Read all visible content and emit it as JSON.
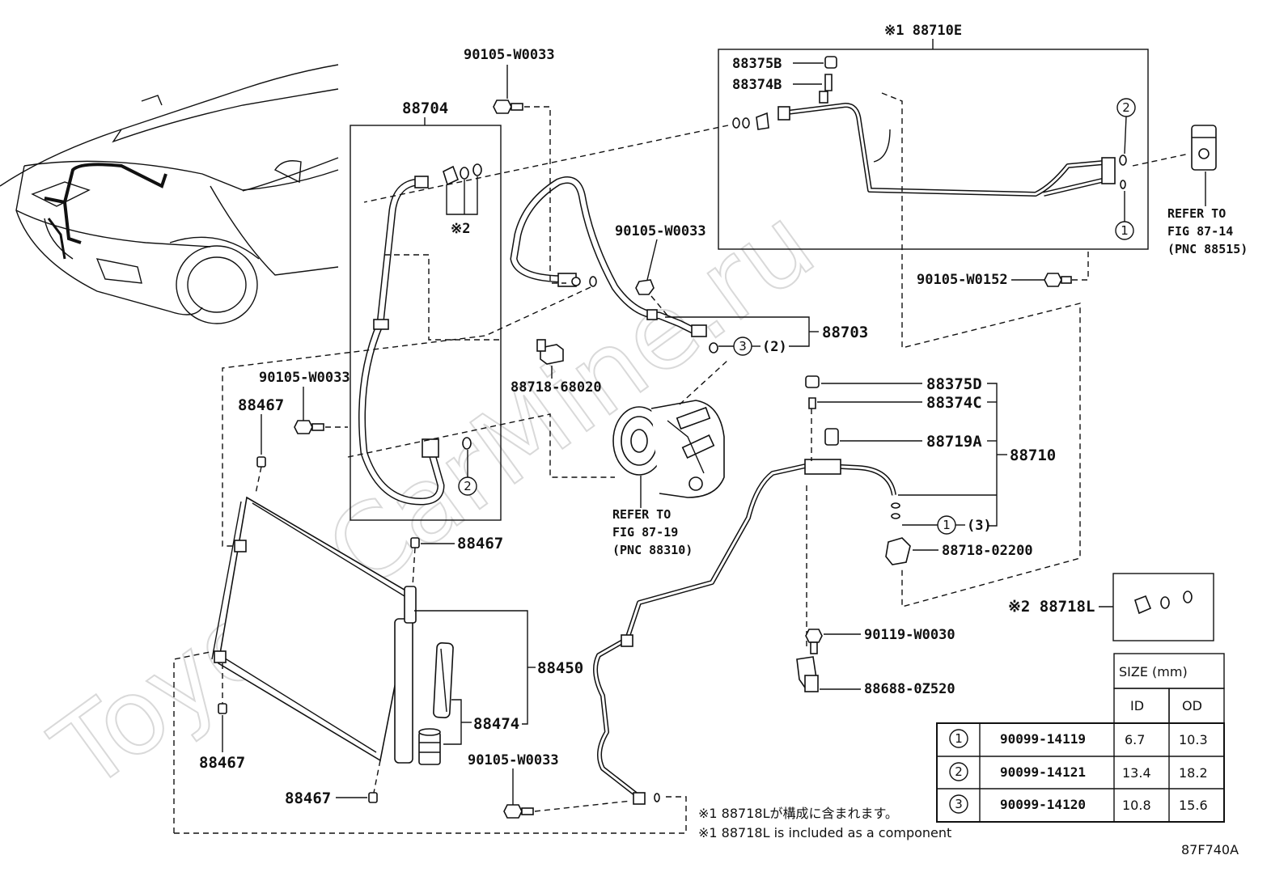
{
  "watermark": "ToyotaCarMine.ru",
  "figure_code": "87F740A",
  "part_labels": {
    "p88704": "88704",
    "p88703": "88703",
    "p88710": "88710",
    "p88710E": "※1 88710E",
    "p88375B": "88375B",
    "p88374B": "88374B",
    "p88375D": "88375D",
    "p88374C": "88374C",
    "p88719A": "88719A",
    "p88718_68020": "88718-68020",
    "p88718_02200": "88718-02200",
    "p88718L": "※2 88718L",
    "p88450": "88450",
    "p88474": "88474",
    "p88467a": "88467",
    "p88467b": "88467",
    "p88467c": "88467",
    "p88467d": "88467",
    "bolt_a": "90105-W0033",
    "bolt_b": "90105-W0033",
    "bolt_c": "90105-W0033",
    "bolt_d": "90105-W0033",
    "bolt_e": "90105-W0152",
    "bolt_f": "90119-W0030",
    "p88688": "88688-0Z520",
    "mark2": "※2",
    "paren2": "(2)",
    "paren3": "(3)"
  },
  "refs": {
    "ref_comp": [
      "REFER TO",
      "FIG 87-19",
      "(PNC 88310)"
    ],
    "ref_valve": [
      "REFER TO",
      "FIG 87-14",
      "(PNC 88515)"
    ]
  },
  "notes": {
    "jp": "※1 88718Lが構成に含まれます。",
    "en": "※1 88718L is included as a component"
  },
  "table": {
    "header": "SIZE (mm)",
    "col_id": "ID",
    "col_od": "OD",
    "rows": [
      {
        "num": "1",
        "part": "90099-14119",
        "id": "6.7",
        "od": "10.3"
      },
      {
        "num": "2",
        "part": "90099-14121",
        "id": "13.4",
        "od": "18.2"
      },
      {
        "num": "3",
        "part": "90099-14120",
        "id": "10.8",
        "od": "15.6"
      }
    ]
  },
  "callouts": {
    "c1a": "1",
    "c2a": "2",
    "c2b": "2",
    "c3a": "3",
    "c1b": "1"
  }
}
